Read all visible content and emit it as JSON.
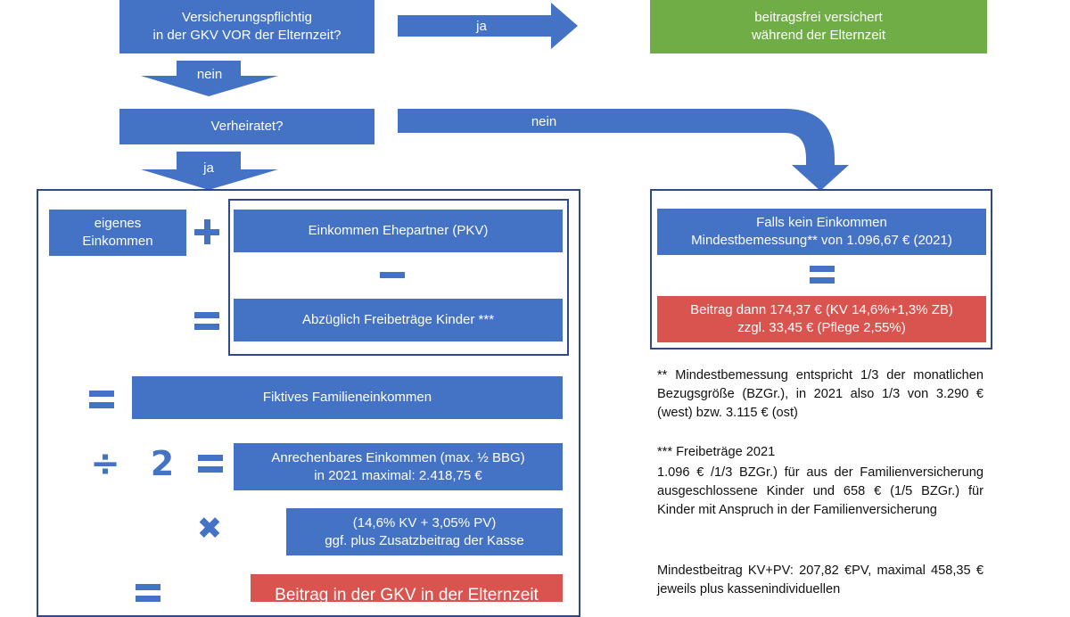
{
  "top": {
    "question": "Versicherungspflichtig\nin der GKV VOR der Elternzeit?",
    "yes_label": "ja",
    "yes_result": "beitragsfrei versichert\nwährend der Elternzeit",
    "no_label": "nein"
  },
  "married": {
    "question": "Verheiratet?",
    "no_label": "nein",
    "yes_label": "ja"
  },
  "left_calc": {
    "own_income": "eigenes\nEinkommen",
    "spouse_income": "Einkommen Ehepartner (PKV)",
    "child_allowance": "Abzüglich Freibeträge Kinder ***",
    "fictive_income": "Fiktives Familieneinkommen",
    "divisor": "2",
    "chargeable_income": "Anrechenbares Einkommen (max. ½ BBG)\nin 2021 maximal: 2.418,75 €",
    "rates": "(14,6% KV + 3,05% PV)\nggf. plus Zusatzbeitrag der Kasse",
    "result": "Beitrag in der GKV in der Elternzeit"
  },
  "right_calc": {
    "no_income": "Falls kein Einkommen\nMindestbemessung** von 1.096,67 € (2021)",
    "contribution": "Beitrag dann 174,37 € (KV 14,6%+1,3% ZB)\nzzgl. 33,45 € (Pflege 2,55%)"
  },
  "notes": {
    "note_min": "**  Mindestbemessung entspricht 1/3 der monatlichen Bezugsgröße (BZGr.), in 2021 also 1/3 von 3.290 € (west) bzw. 3.115 € (ost)",
    "note_allow_title": "*** Freibeträge 2021",
    "note_allow_body": "1.096 € /1/3 BZGr.) für aus der Familienversicherung ausgeschlossene Kinder und 658 € (1/5 BZGr.) für Kinder mit Anspruch in der Familienversicherung",
    "note_max": "Mindestbeitrag KV+PV: 207,82 €PV, maximal 458,35 € jeweils plus kassenindividuellen"
  },
  "colors": {
    "blue": "#4472c4",
    "green": "#70ad47",
    "red": "#d9534f",
    "frame": "#2f4a8a"
  }
}
